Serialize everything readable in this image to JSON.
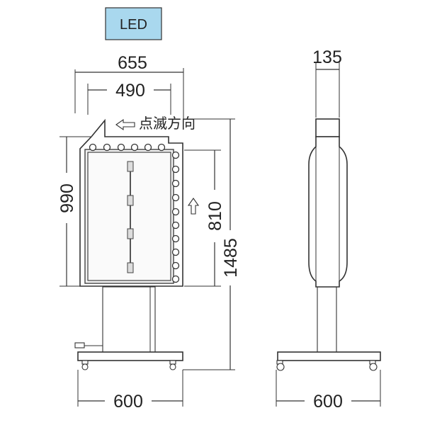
{
  "badge": {
    "label": "LED",
    "color": "#a9d8ee"
  },
  "front_view": {
    "overall_width": "655",
    "panel_width": "490",
    "panel_height": "990",
    "bulb_column_height": "810",
    "total_height": "1485",
    "base_width": "600",
    "blink_direction_label": "点滅方向"
  },
  "side_view": {
    "depth": "135",
    "base_width": "600"
  }
}
